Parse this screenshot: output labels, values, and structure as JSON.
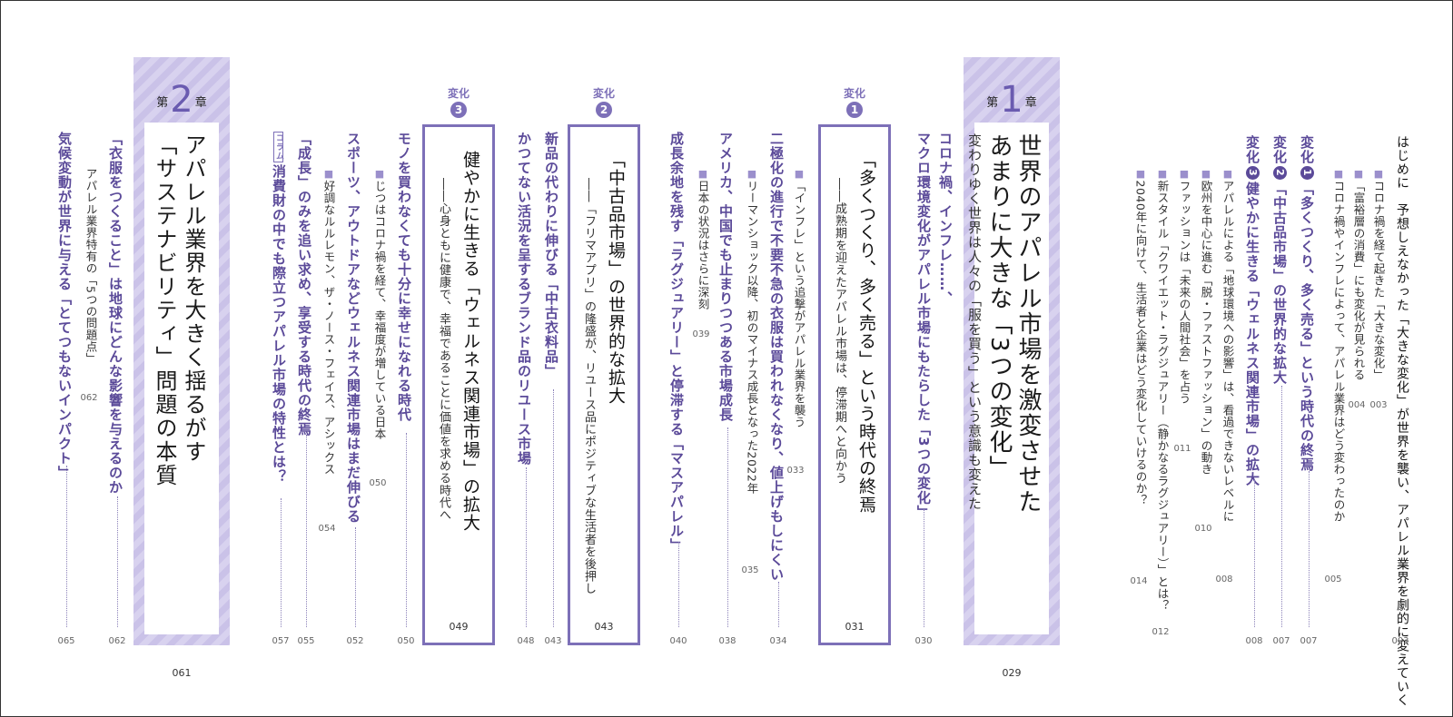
{
  "intro": {
    "title": "はじめに　予想しえなかった「大きな変化」が世界を襲い、アパレル業界を劇的に変えていく",
    "title_page": "003",
    "items": [
      {
        "text": "コロナ禍を経て起きた「大きな変化」",
        "page": "003"
      },
      {
        "text": "「富裕層の消費」にも変化が見られる",
        "page": "004"
      },
      {
        "text": "コロナ禍やインフレによって、アパレル業界はどう変わったのか",
        "page": "005"
      }
    ]
  },
  "changes_overview": [
    {
      "badge": "変化",
      "num": "1",
      "text": "「多くつくり、多く売る」という時代の終焉",
      "page": "007"
    },
    {
      "badge": "変化",
      "num": "2",
      "text": "「中古品市場」の世界的な拡大",
      "page": "007"
    },
    {
      "badge": "変化",
      "num": "3",
      "text": "健やかに生きる「ウェルネス関連市場」の拡大",
      "page": "008"
    }
  ],
  "change3_items": [
    {
      "text": "アパレルによる「地球環境への影響」は、看過できないレベルに",
      "page": "008"
    },
    {
      "text": "欧州を中心に進む「脱・ファストファッション」の動き",
      "page": "010"
    },
    {
      "text": "ファッションは「未来の人間社会」を占う",
      "page": "011"
    },
    {
      "text": "新スタイル「クワイエット・ラグジュアリー（静かなるラグジュアリー）」とは？",
      "page": "012"
    },
    {
      "text": "2040年に向けて、生活者と企業はどう変化していけるのか？",
      "page": "014"
    }
  ],
  "chapter1": {
    "label_pre": "第",
    "label_num": "1",
    "label_post": "章",
    "title_line1": "世界のアパレル市場を激変させた",
    "title_line2": "あまりに大きな「3つの変化」",
    "lead": "変わりゆく世界は人々の「服を買う」という意識も変えた",
    "page": "029"
  },
  "ch1_intro": {
    "line1": "コロナ禍、インフレ……、",
    "line2": "マクロ環境変化がアパレル市場にもたらした「3つの変化」",
    "page": "030"
  },
  "change1": {
    "badge": "変化",
    "num": "1",
    "title": "「多くつくり、多く売る」という時代の終焉",
    "sub": "――成熟期を迎えたアパレル市場は、停滞期へと向かう",
    "page": "031"
  },
  "change1_items": [
    {
      "type": "sub",
      "text": "「インフレ」という追撃がアパレル業界を襲う",
      "page": "033"
    },
    {
      "type": "head",
      "text": "二極化の進行で不要不急の衣服は買われなくなり、値上げもしにくい",
      "page": "034"
    },
    {
      "type": "sub",
      "text": "リーマンショック以降、初のマイナス成長となった2022年",
      "page": "035"
    },
    {
      "type": "head",
      "text": "アメリカ、中国でも止まりつつある市場成長",
      "page": "038"
    },
    {
      "type": "sub",
      "text": "日本の状況はさらに深刻",
      "page": "039"
    },
    {
      "type": "head",
      "text": "成長余地を残す「ラグジュアリー」と停滞する「マスアパレル」",
      "page": "040"
    }
  ],
  "change2": {
    "badge": "変化",
    "num": "2",
    "title": "「中古品市場」の世界的な拡大",
    "sub": "――「フリマアプリ」の隆盛が、リユース品にポジティブな生活者を後押し",
    "page": "043"
  },
  "change2_items": [
    {
      "type": "head",
      "text": "新品の代わりに伸びる「中古衣料品」",
      "page": "043"
    },
    {
      "type": "head",
      "text": "かつてない活況を呈するブランド品のリユース市場",
      "page": "048"
    }
  ],
  "change3": {
    "badge": "変化",
    "num": "3",
    "title": "健やかに生きる「ウェルネス関連市場」の拡大",
    "sub": "――心身ともに健康で、幸福であることに価値を求める時代へ",
    "page": "049"
  },
  "change3_detail_items": [
    {
      "type": "head",
      "text": "モノを買わなくても十分に幸せになれる時代",
      "page": "050"
    },
    {
      "type": "sub",
      "text": "じつはコロナ禍を経て、幸福度が増している日本",
      "page": "050"
    },
    {
      "type": "head",
      "text": "スポーツ、アウトドアなどウェルネス関連市場はまだ伸びる",
      "page": "052"
    },
    {
      "type": "sub",
      "text": "好調なルルレモン、ザ・ノース・フェイス、アシックス",
      "page": "054"
    },
    {
      "type": "head",
      "text": "「成長」のみを追い求め、享受する時代の終焉",
      "page": "055"
    },
    {
      "type": "column",
      "label": "コラム",
      "text": "消費財の中でも際立つアパレル市場の特性とは？",
      "page": "057"
    }
  ],
  "chapter2": {
    "label_pre": "第",
    "label_num": "2",
    "label_post": "章",
    "title_line1": "アパレル業界を大きく揺るがす",
    "title_line2": "「サステナビリティ」問題の本質",
    "page": "061"
  },
  "chapter2_items": [
    {
      "type": "head",
      "text": "「衣服をつくること」は地球にどんな影響を与えるのか",
      "page": "062"
    },
    {
      "type": "sub",
      "text": "アパレル業界特有の「5つの問題点」",
      "page": "062"
    },
    {
      "type": "head",
      "text": "気候変動が世界に与える「とてつもないインパクト」",
      "page": "065"
    }
  ]
}
